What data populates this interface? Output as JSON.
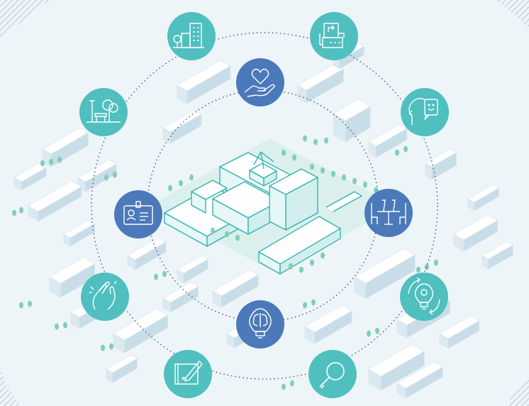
{
  "colors": {
    "background": "#eef5f9",
    "teal": "#4fbfbf",
    "blue": "#4b79ba",
    "ring": "#3a4a55",
    "building_top": "#ffffff",
    "building_side": "#dbe9f1",
    "central_outline": "#2bb0b0",
    "ground": "#d6efe9",
    "tree": "#7fd0b8"
  },
  "outer_ring_icons": [
    {
      "name": "office-building-icon",
      "color": "teal"
    },
    {
      "name": "workflow-board-icon",
      "color": "teal"
    },
    {
      "name": "head-with-idea-icon",
      "color": "teal"
    },
    {
      "name": "dining-table-icon",
      "color": "blue"
    },
    {
      "name": "lightbulb-cycle-icon",
      "color": "teal"
    },
    {
      "name": "magnifier-icon",
      "color": "teal"
    },
    {
      "name": "blueprint-pencil-icon",
      "color": "teal"
    },
    {
      "name": "applause-hands-icon",
      "color": "teal"
    },
    {
      "name": "id-badge-icon",
      "color": "blue"
    },
    {
      "name": "park-bench-icon",
      "color": "teal"
    }
  ],
  "inner_ring_icons": [
    {
      "name": "caring-hand-heart-icon",
      "color": "blue"
    },
    {
      "name": "brain-lightbulb-icon",
      "color": "blue"
    }
  ]
}
